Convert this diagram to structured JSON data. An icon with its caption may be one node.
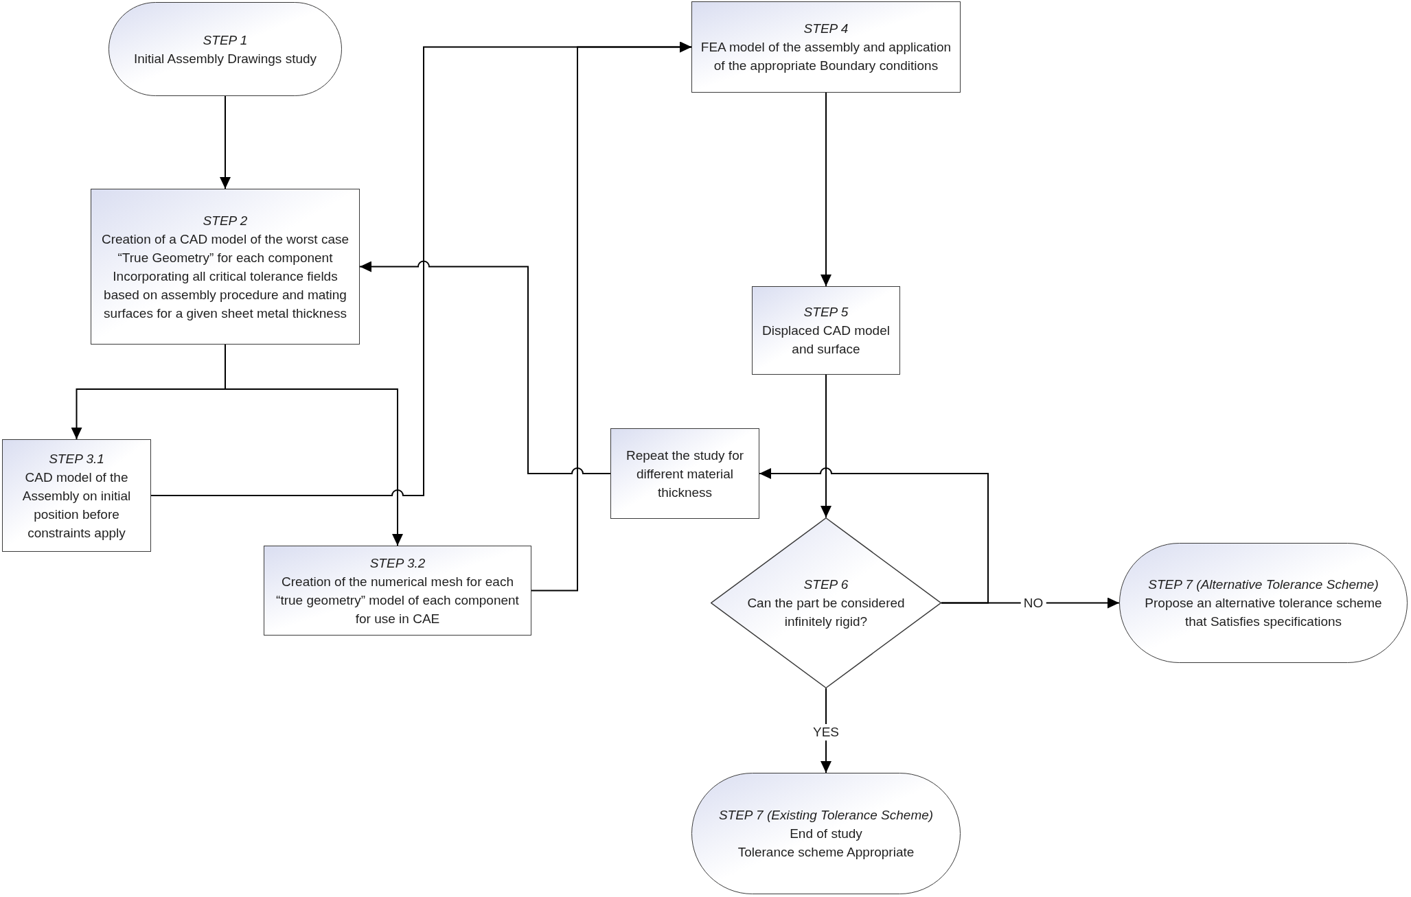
{
  "diagram": {
    "nodes": [
      {
        "text": [
          "STEP 1",
          "Initial Assembly Drawings study"
        ]
      },
      {
        "text": [
          "STEP 2",
          "Creation of a CAD model of the worst case “True Geometry” for each component Incorporating all critical tolerance fields based on assembly procedure and mating surfaces for a given sheet metal thickness"
        ]
      },
      {
        "text": [
          "STEP 3.1",
          "CAD model of the Assembly on initial position before constraints apply"
        ]
      },
      {
        "text": [
          "STEP 3.2",
          "Creation of the numerical mesh for each “true geometry” model of each component for use in CAE"
        ]
      },
      {
        "text": [
          "STEP 4",
          "FEA model of the assembly and application of the appropriate Boundary conditions"
        ]
      },
      {
        "text": [
          "STEP 5",
          "Displaced CAD model and surface"
        ]
      },
      {
        "text": [
          "Repeat the study for different material thickness"
        ]
      },
      {
        "text": [
          "STEP 6",
          "Can the part be considered infinitely rigid?"
        ]
      },
      {
        "text": [
          "STEP 7 (Alternative Tolerance Scheme)",
          "Propose an alternative tolerance scheme that Satisfies specifications"
        ]
      },
      {
        "text": [
          "STEP 7 (Existing Tolerance Scheme)",
          "End of study",
          "Tolerance scheme Appropriate"
        ]
      }
    ],
    "edges": [
      {
        "from": 0,
        "to": 1,
        "arrow": "to"
      },
      {
        "from": 1,
        "to": 2,
        "arrow": "to"
      },
      {
        "from": 1,
        "to": 3,
        "arrow": "to"
      },
      {
        "from": 2,
        "to": 4,
        "arrow": "to"
      },
      {
        "from": 3,
        "to": 4,
        "arrow": "to"
      },
      {
        "from": 4,
        "to": 5,
        "arrow": "to"
      },
      {
        "from": 5,
        "to": 7,
        "arrow": "to"
      },
      {
        "from": 7,
        "to": 8,
        "label": "NO",
        "arrow": "to"
      },
      {
        "from": 7,
        "to": 6,
        "arrow": "to"
      },
      {
        "from": 6,
        "to": 1,
        "arrow": "to"
      },
      {
        "from": 7,
        "to": 9,
        "label": "YES",
        "arrow": "to"
      }
    ]
  }
}
